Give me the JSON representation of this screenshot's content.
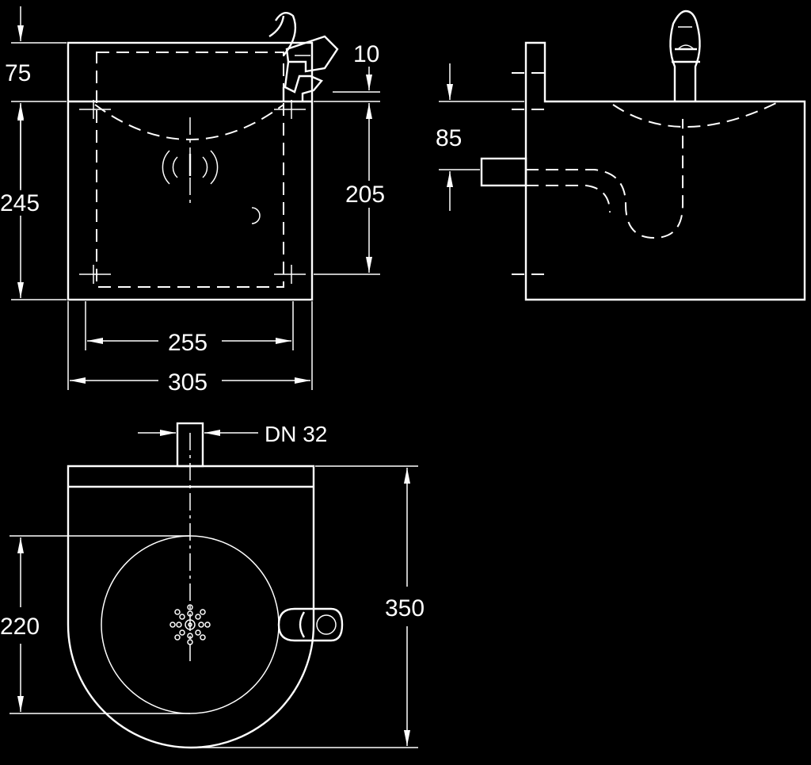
{
  "diagram": {
    "background": "#000000",
    "line_color": "#ffffff",
    "dimensions": {
      "front_top_height": "75",
      "front_total_height": "245",
      "front_inner_width": "255",
      "front_total_width": "305",
      "front_spout_offset": "10",
      "front_inner_height": "205",
      "side_inlet_height": "85",
      "top_pipe_label": "DN 32",
      "top_total_depth": "350",
      "top_bowl_diameter": "220"
    }
  }
}
